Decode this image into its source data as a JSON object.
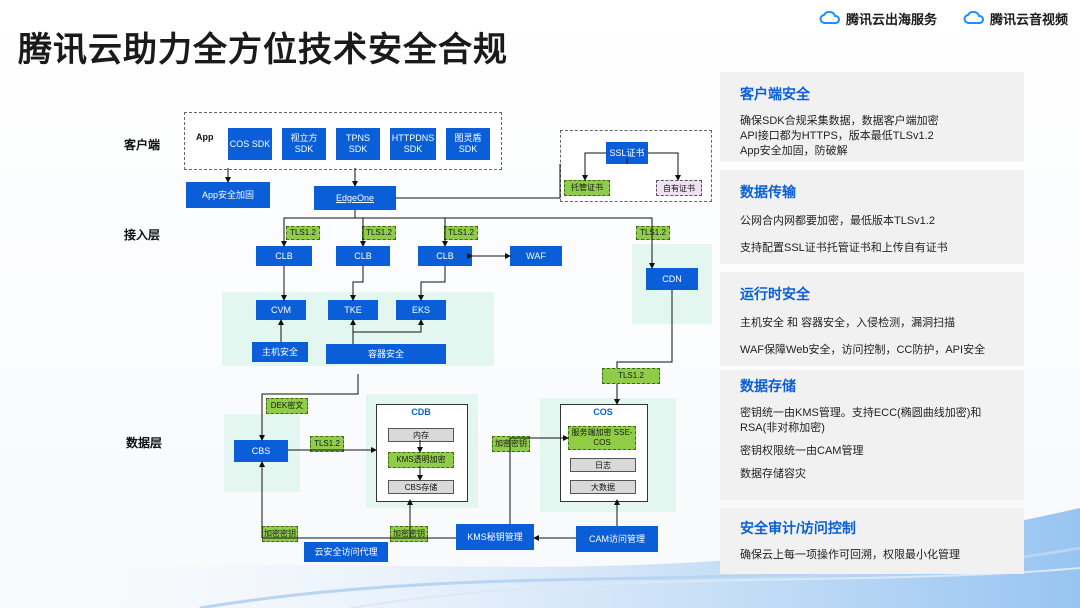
{
  "title": "腾讯云助力全方位技术安全合规",
  "logos": [
    "腾讯云出海服务",
    "腾讯云音视频"
  ],
  "layers": {
    "client": "客户端",
    "access": "接入层",
    "data": "数据层"
  },
  "app_label": "App",
  "sdks": [
    "COS SDK",
    "视立方 SDK",
    "TPNS SDK",
    "HTTPDNS SDK",
    "图灵盾 SDK"
  ],
  "ssl": {
    "cert": "SSL证书",
    "hosted": "托管证书",
    "own": "自有证书"
  },
  "nodes": {
    "app_reinforce": "App安全加固",
    "edgeone": "EdgeOne",
    "tls": "TLS1.2",
    "clb": "CLB",
    "waf": "WAF",
    "cdn": "CDN",
    "cvm": "CVM",
    "tke": "TKE",
    "eks": "EKS",
    "host_sec": "主机安全",
    "container_sec": "容器安全",
    "dek": "DEK密文",
    "cbs": "CBS",
    "cdb": "CDB",
    "cdb_mem": "内存",
    "cdb_kms": "KMS透明加密",
    "cdb_store": "CBS存储",
    "cos": "COS",
    "cos_sse": "服务端加密 SSE-COS",
    "cos_log": "日志",
    "cos_big": "大数据",
    "enc_key": "加密密钥",
    "kms": "KMS秘钥管理",
    "cam": "CAM访问管理",
    "proxy": "云安全访问代理"
  },
  "panel": [
    {
      "heading": "客户端安全",
      "lines": [
        "确保SDK合规采集数据，数据客户端加密",
        "API接口都为HTTPS，版本最低TLSv1.2",
        "App安全加固，防破解"
      ]
    },
    {
      "heading": "数据传输",
      "lines": [
        "公网合内网都要加密，最低版本TLSv1.2",
        "支持配置SSL证书托管证书和上传自有证书"
      ]
    },
    {
      "heading": "运行时安全",
      "lines": [
        "主机安全 和 容器安全，入侵检测，漏洞扫描",
        "WAF保障Web安全，访问控制，CC防护，API安全"
      ]
    },
    {
      "heading": "数据存储",
      "lines": [
        "密钥统一由KMS管理。支持ECC(椭圆曲线加密)和RSA(非对称加密)",
        "密钥权限统一由CAM管理",
        "数据存储容灾"
      ]
    },
    {
      "heading": "安全审计/访问控制",
      "lines": [
        "确保云上每一项操作可回溯，权限最小化管理"
      ]
    }
  ],
  "colors": {
    "accent": "#0a5fd8",
    "green": "#8fcc48",
    "zone": "#e3f6ef"
  }
}
